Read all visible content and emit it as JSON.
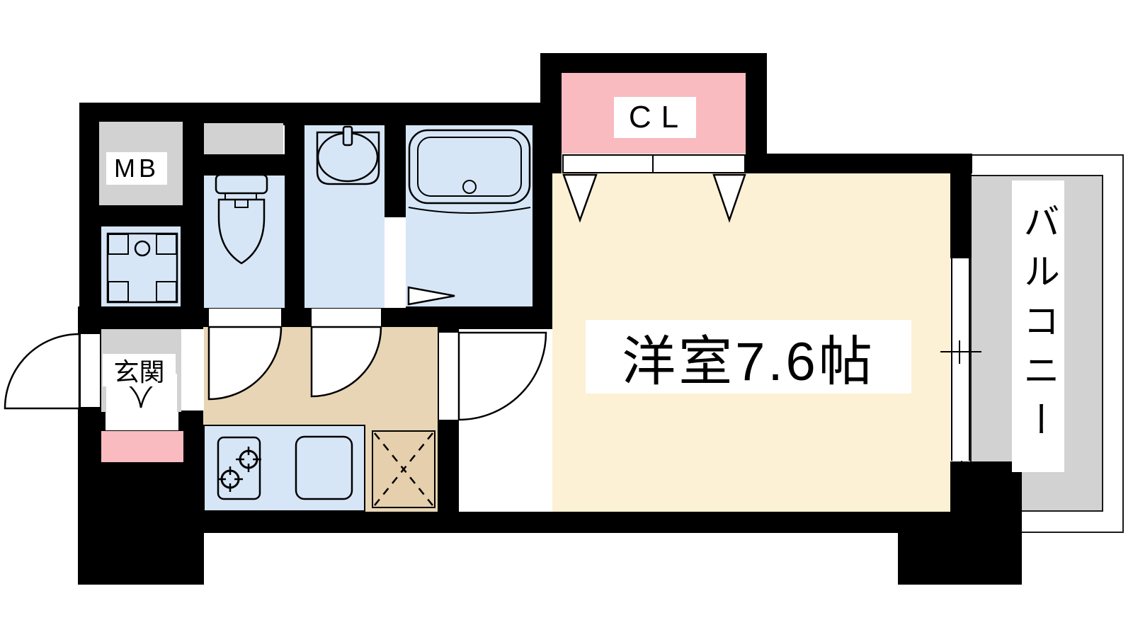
{
  "floor_plan": {
    "type": "japanese-apartment-floor-plan",
    "meter_box_label": "MB",
    "closet_label": "CL",
    "entrance_label": "玄関",
    "main_room_label": "洋室7.6帖",
    "balcony_label": "バルコニー",
    "colors": {
      "wall": "#000000",
      "room_blue": "#D7E6F7",
      "room_cream": "#FCF1D4",
      "floor_tan": "#E8D5B5",
      "floor_tan_dark": "#E5CFAC",
      "accent_pink": "#F9BBC0",
      "gray": "#D2D2D2"
    },
    "fixtures": [
      "meter-box",
      "washing-machine-pan",
      "toilet",
      "washbasin",
      "bathtub",
      "closet-folding-doors",
      "entrance-door",
      "interior-swing-doors",
      "bathroom-folding-door",
      "kitchen-stove",
      "kitchen-sink",
      "refrigerator-space",
      "sliding-window",
      "balcony"
    ]
  }
}
